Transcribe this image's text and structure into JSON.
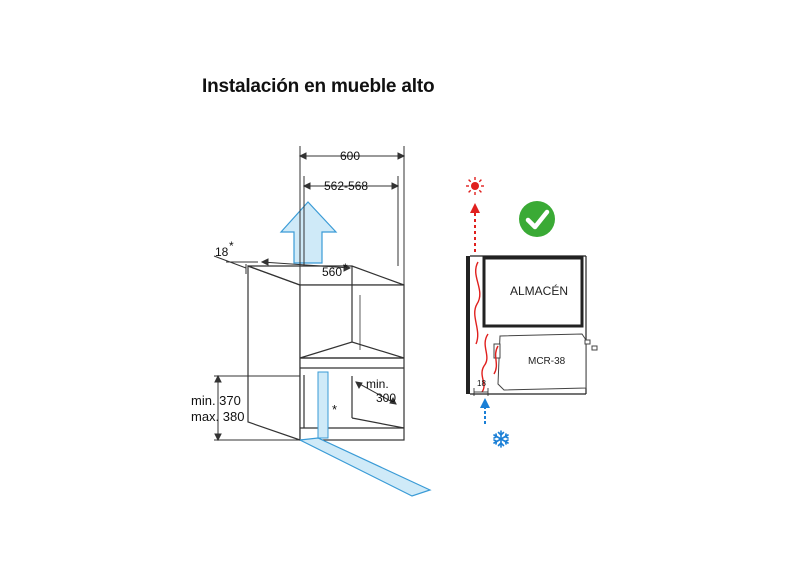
{
  "title": "Instalación en mueble alto",
  "dimensions": {
    "width_outer": "600",
    "width_inner": "562-568",
    "panel_thickness": "18",
    "panel_thickness_mark": "*",
    "depth_top": "560",
    "depth_top_mark": "*",
    "height_min": "min. 370",
    "height_max": "max. 380",
    "depth_min_line1": "min.",
    "depth_min_line2": "300",
    "asterisk": "*"
  },
  "side_view": {
    "storage_label": "ALMACÉN",
    "appliance_label": "MCR-38",
    "gap": "18"
  },
  "icons": {
    "hot": "sun-icon",
    "cold": "snowflake-icon",
    "ok": "checkmark-icon"
  },
  "colors": {
    "hot_red": "#e0201e",
    "cold_blue": "#1a7fd6",
    "ok_green": "#3aaa35",
    "airflow_fill": "#bfe3f7",
    "airflow_stroke": "#3a9bd6"
  }
}
